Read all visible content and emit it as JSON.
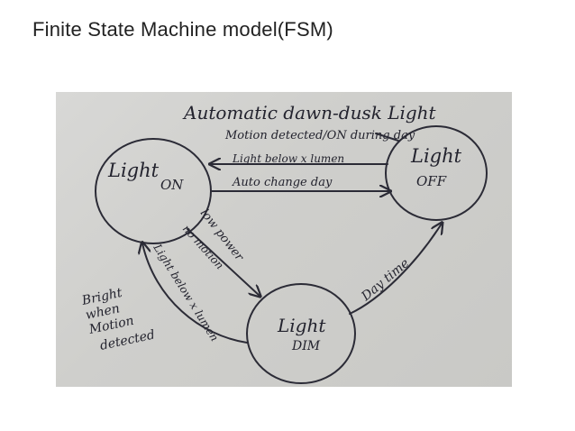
{
  "slide": {
    "title": "Finite State Machine model(FSM)"
  },
  "diagram": {
    "heading": "Automatic dawn-dusk Light",
    "states": [
      {
        "name": "Light",
        "sub": "ON"
      },
      {
        "name": "Light",
        "sub": "OFF"
      },
      {
        "name": "Light",
        "sub": "DIM"
      }
    ],
    "transitions": {
      "off_to_on_line1": "Motion detected/ON during day",
      "off_to_on_line2": "Light below x lumen",
      "on_to_off": "Auto change day",
      "on_to_dim_line1": "low power",
      "on_to_dim_line2": "no motion",
      "dim_to_on": "Light below x lumen",
      "dim_to_off": "Day time",
      "bright_line1": "Bright",
      "bright_line2": "when",
      "bright_line3": "Motion",
      "bright_line4": "detected"
    },
    "colors": {
      "ink": "#2b2b36",
      "paper": "#d0d0cd"
    }
  }
}
